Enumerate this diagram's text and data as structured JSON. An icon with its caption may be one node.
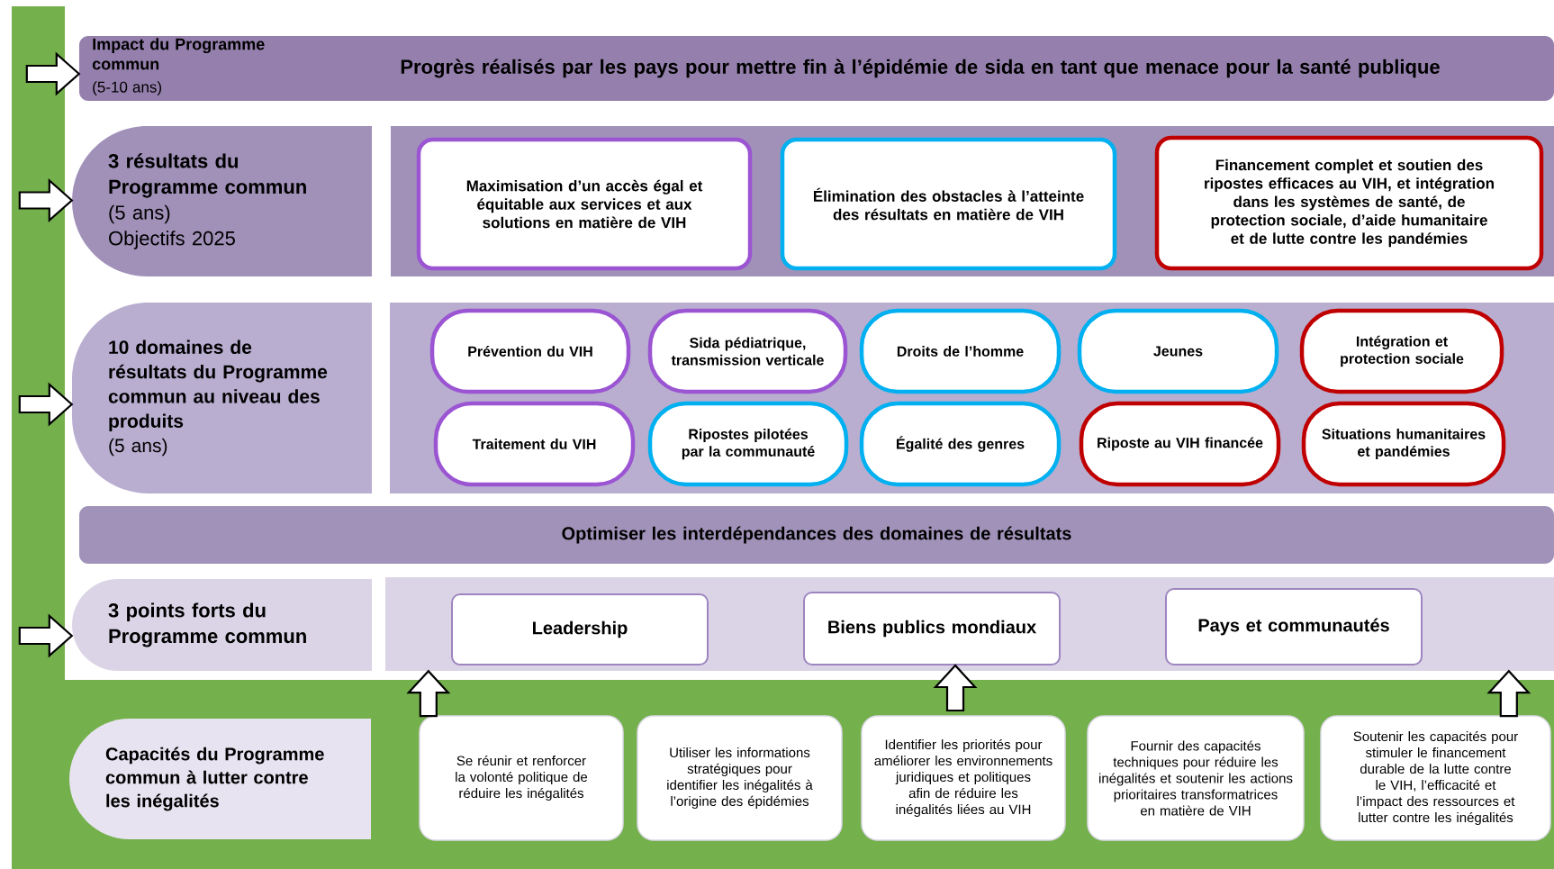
{
  "diagram": {
    "nodes": [
      {
        "text": [
          "Impact du Programme commun",
          "(5-10 ans)",
          "Progrès réalisés par les pays pour mettre fin à l’épidémie de sida en tant que menace pour la santé publique"
        ]
      },
      {
        "text": [
          "3 résultats du Programme commun",
          "(5 ans)",
          "Objectifs 2025"
        ]
      },
      {
        "text": [],
        "shape": "box"
      },
      {
        "text": [
          "Maximisation d’un accès égal et équitable aux services et aux solutions en matière de VIH"
        ],
        "in": 2
      },
      {
        "text": [
          "Élimination des obstacles à l’atteinte des résultats en matière de VIH"
        ],
        "in": 2
      },
      {
        "text": [
          "Financement complet et soutien des ripostes efficaces au VIH, et intégration dans les systèmes de santé, de protection sociale, d’aide humanitaire et de lutte contre les pandémies"
        ],
        "in": 2
      },
      {
        "text": [
          "10 domaines de résultats du Programme commun au niveau des produits",
          "(5 ans)"
        ]
      },
      {
        "text": [],
        "shape": "box"
      },
      {
        "text": [
          "Prévention du VIH"
        ],
        "in": 7
      },
      {
        "text": [
          "Sida pédiatrique, transmission verticale"
        ],
        "in": 7
      },
      {
        "text": [
          "Droits de l’homme"
        ],
        "in": 7
      },
      {
        "text": [
          "Jeunes"
        ],
        "in": 7
      },
      {
        "text": [
          "Intégration et protection sociale"
        ],
        "in": 7
      },
      {
        "text": [
          "Traitement du VIH"
        ],
        "in": 7
      },
      {
        "text": [
          "Ripostes pilotées par la communauté"
        ],
        "in": 7
      },
      {
        "text": [
          "Égalité des genres"
        ],
        "in": 7
      },
      {
        "text": [
          "Riposte au VIH financée"
        ],
        "in": 7
      },
      {
        "text": [
          "Situations humanitaires et pandémies"
        ],
        "in": 7
      },
      {
        "text": [
          "Optimiser les interdépendances des domaines de résultats"
        ]
      },
      {
        "text": [
          "3 points forts du Programme commun"
        ]
      },
      {
        "text": [],
        "shape": "box"
      },
      {
        "text": [
          "Leadership"
        ],
        "in": 20
      },
      {
        "text": [
          "Biens publics mondiaux"
        ],
        "in": 20
      },
      {
        "text": [
          "Pays et communautés"
        ],
        "in": 20
      },
      {
        "text": [
          "Capacités du Programme commun à lutter contre les inégalités"
        ]
      },
      {
        "text": [
          "Se réunir et renforcer la volonté politique de réduire les inégalités"
        ]
      },
      {
        "text": [
          "Utiliser les informations stratégiques pour identifier les inégalités à l’origine des épidémies"
        ]
      },
      {
        "text": [
          "Identifier les priorités pour améliorer les environnements juridiques et politiques afin de réduire les inégalités liées au VIH"
        ]
      },
      {
        "text": [
          "Fournir des capacités techniques pour réduire les inégalités et soutenir les actions prioritaires transformatrices en matière de VIH"
        ]
      },
      {
        "text": [
          "Soutenir les capacités pour stimuler le financement durable de la lutte contre le VIH, l’efficacité et l’impact des ressources et lutter contre les inégalités"
        ]
      }
    ],
    "edges": [
      {
        "from": null,
        "to": 0,
        "arrow": "to"
      },
      {
        "from": null,
        "to": 1,
        "arrow": "to"
      },
      {
        "from": null,
        "to": 6,
        "arrow": "to"
      },
      {
        "from": null,
        "to": 19,
        "arrow": "to"
      },
      {
        "from": null,
        "to": 20,
        "arrow": "to"
      },
      {
        "from": null,
        "to": 22,
        "arrow": "to"
      },
      {
        "from": null,
        "to": 20,
        "arrow": "to"
      }
    ]
  }
}
